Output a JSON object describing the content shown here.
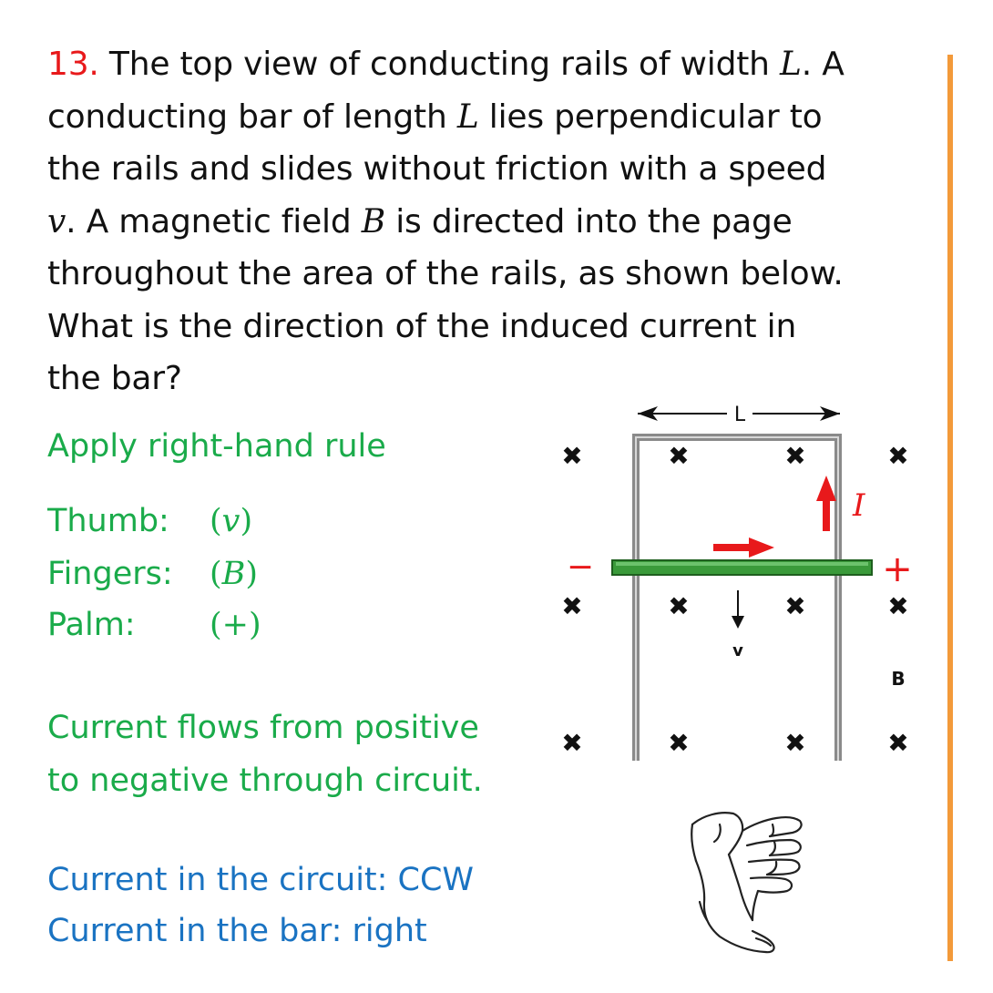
{
  "question": {
    "number": "13.",
    "lines": [
      [
        "The top view of conducting rails of width ",
        "L",
        ". A"
      ],
      [
        "conducting bar of length ",
        "L",
        " lies perpendicular to"
      ],
      [
        "the rails and slides without friction with a speed",
        "",
        ""
      ],
      [
        "",
        "v",
        ". A magnetic field "
      ],
      [
        "throughout the area of the rails, as shown below.",
        "",
        ""
      ],
      [
        "What is the direction of the induced current in",
        "",
        ""
      ],
      [
        "the bar?",
        "",
        ""
      ]
    ],
    "line4_b": "B",
    "line4_tail": " is directed into the page"
  },
  "solution": {
    "hint": "Apply right-hand rule",
    "rules": [
      {
        "label": "Thumb:",
        "open": "(",
        "symbol": "v",
        "close": ")"
      },
      {
        "label": "Fingers:",
        "open": "(",
        "symbol": "B",
        "close": ")"
      },
      {
        "label": "Palm:",
        "open": "(",
        "symbol": "+",
        "close": ")"
      }
    ],
    "flow_lines": [
      "Current flows from positive",
      "to negative through circuit."
    ],
    "answer_lines": [
      "Current in the circuit: CCW",
      "Current in the bar: right"
    ]
  },
  "diagram": {
    "width_label": "L",
    "velocity_label": "v",
    "field_label": "B",
    "current_label": "I",
    "minus_sign": "−",
    "plus_sign": "+",
    "field_mark": "✖",
    "bar_color": "#3a9a3a",
    "rail_color": "#888888",
    "arrow_color": "#e8191b"
  },
  "colors": {
    "accent_red": "#e8191b",
    "green_text": "#1aab4a",
    "blue_text": "#1a73c2",
    "divider_orange": "#f39a3a"
  }
}
